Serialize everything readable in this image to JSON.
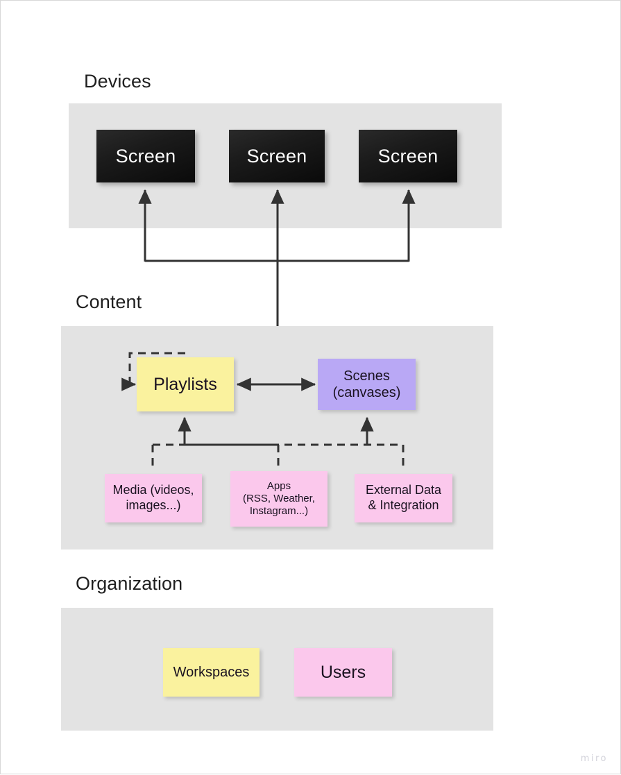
{
  "diagram": {
    "watermark": "miro",
    "colors": {
      "band": "#e3e3e3",
      "yellow": "#faf29e",
      "purple": "#b9a8f5",
      "pink": "#fbc8ec",
      "screen_dark": "#1b1b1b",
      "wire": "#333333",
      "page_bg": "#ffffff"
    },
    "sections": [
      {
        "id": "devices",
        "title": "Devices"
      },
      {
        "id": "content",
        "title": "Content"
      },
      {
        "id": "organization",
        "title": "Organization"
      }
    ],
    "devices": {
      "title": "Devices",
      "screens": [
        {
          "label": "Screen"
        },
        {
          "label": "Screen"
        },
        {
          "label": "Screen"
        }
      ]
    },
    "content": {
      "title": "Content",
      "nodes": [
        {
          "id": "playlists",
          "label": "Playlists",
          "color": "yellow"
        },
        {
          "id": "scenes",
          "label": "Scenes\n(canvases)",
          "line1": "Scenes",
          "line2": "(canvases)",
          "color": "purple"
        },
        {
          "id": "media",
          "line1": "Media (videos,",
          "line2": "images...)",
          "color": "pink"
        },
        {
          "id": "apps",
          "line1": "Apps",
          "line2": "(RSS, Weather,",
          "line3": "Instagram...)",
          "color": "pink"
        },
        {
          "id": "external",
          "line1": "External Data",
          "line2": "& Integration",
          "color": "pink"
        }
      ]
    },
    "organization": {
      "title": "Organization",
      "nodes": [
        {
          "id": "workspaces",
          "label": "Workspaces",
          "color": "yellow"
        },
        {
          "id": "users",
          "label": "Users",
          "color": "pink"
        }
      ]
    },
    "connections": [
      {
        "from": "content",
        "to": "screen-1",
        "style": "solid",
        "arrow": "single"
      },
      {
        "from": "content",
        "to": "screen-2",
        "style": "solid",
        "arrow": "single"
      },
      {
        "from": "content",
        "to": "screen-3",
        "style": "solid",
        "arrow": "single"
      },
      {
        "from": "playlists",
        "to": "scenes",
        "style": "solid",
        "arrow": "double"
      },
      {
        "from": "playlists",
        "to": "playlists",
        "style": "dashed",
        "arrow": "single"
      },
      {
        "from": "media",
        "to": "playlists",
        "style": "dashed",
        "arrow": "single"
      },
      {
        "from": "apps",
        "to": "playlists",
        "style": "dashed",
        "arrow": "single"
      },
      {
        "from": "external",
        "to": "scenes",
        "style": "dashed",
        "arrow": "single"
      }
    ]
  }
}
